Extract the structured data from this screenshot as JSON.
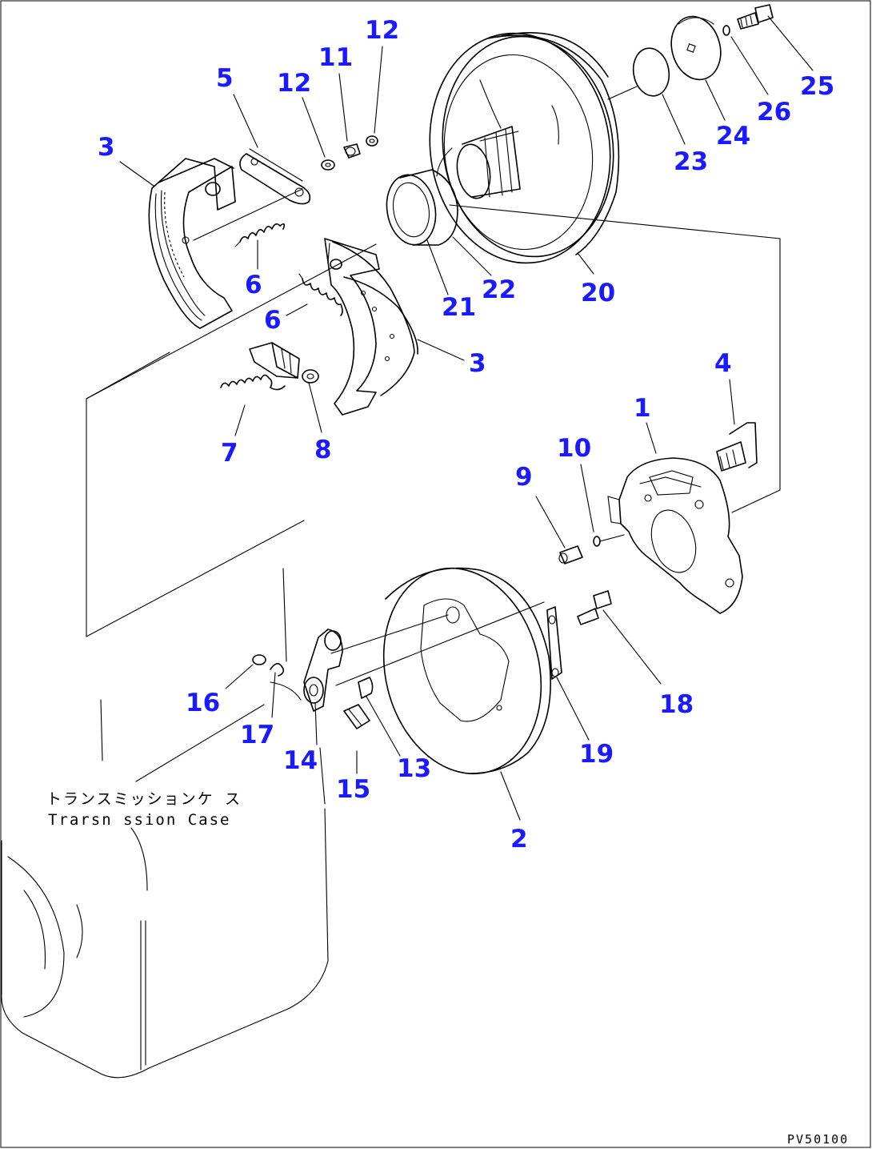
{
  "callouts": {
    "c1": "1",
    "c2": "2",
    "c3a": "3",
    "c3b": "3",
    "c4": "4",
    "c5": "5",
    "c6a": "6",
    "c6b": "6",
    "c7": "7",
    "c8": "8",
    "c9": "9",
    "c10": "10",
    "c11": "11",
    "c12a": "12",
    "c12b": "12",
    "c13": "13",
    "c14": "14",
    "c15": "15",
    "c16": "16",
    "c17": "17",
    "c18": "18",
    "c19": "19",
    "c20": "20",
    "c21": "21",
    "c22": "22",
    "c23": "23",
    "c24": "24",
    "c25": "25",
    "c26": "26"
  },
  "labels": {
    "case_jp": "トランスミッションケ ス",
    "case_en": "Trarsn ssion Case",
    "drawing_code": "PV50100"
  },
  "colors": {
    "callout": "#1a1aff",
    "line": "#000000"
  }
}
